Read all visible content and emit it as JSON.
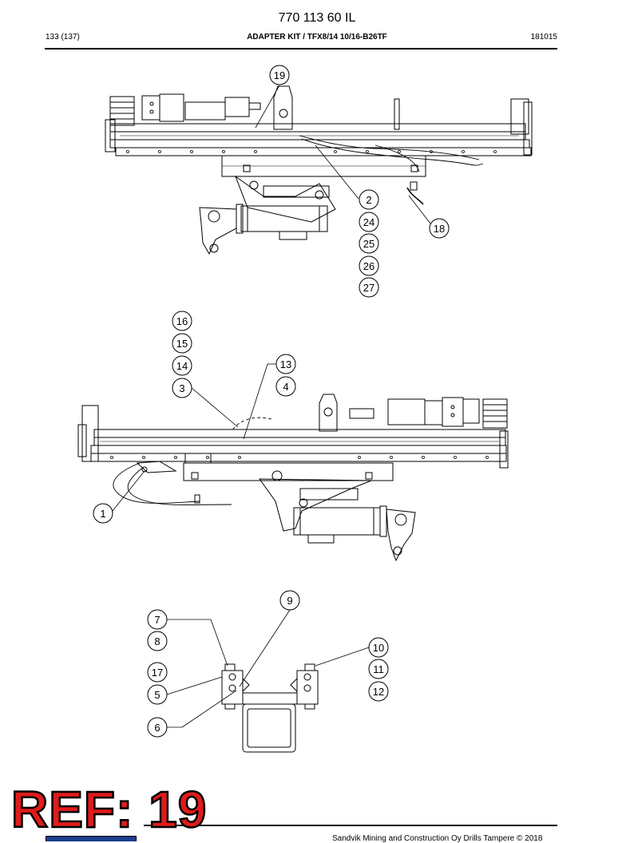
{
  "header": {
    "doc_number": "770 113 60 IL",
    "page": "133 (137)",
    "title": "ADAPTER KIT / TFX8/14 10/16-B26TF",
    "code": "181015"
  },
  "callouts": {
    "c19": "19",
    "c2": "2",
    "c24": "24",
    "c25": "25",
    "c26": "26",
    "c27": "27",
    "c18": "18",
    "c16": "16",
    "c15": "15",
    "c14": "14",
    "c3": "3",
    "c13": "13",
    "c4": "4",
    "c1": "1",
    "c9": "9",
    "c7": "7",
    "c8": "8",
    "c17": "17",
    "c5": "5",
    "c6": "6",
    "c10": "10",
    "c11": "11",
    "c12": "12"
  },
  "ref_stamp": "REF: 19",
  "footer": {
    "copyright": "Sandvik Mining and Construction Oy Drills Tampere © 2018"
  }
}
